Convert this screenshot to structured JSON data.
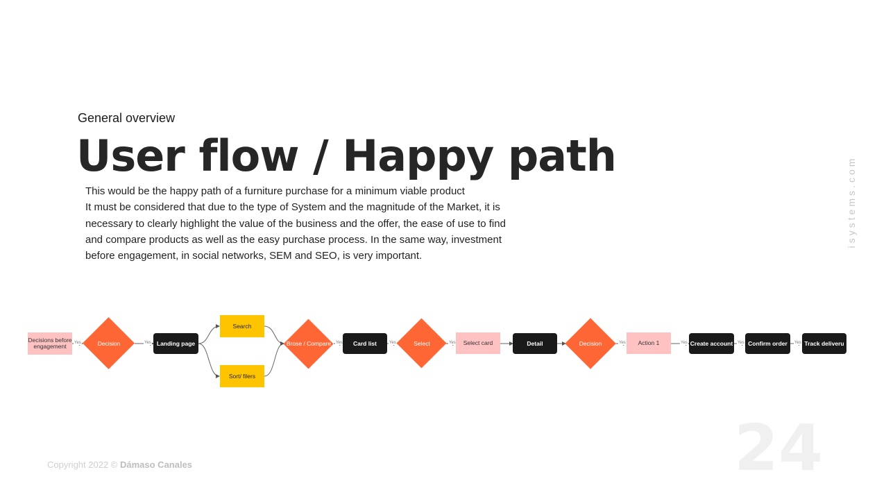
{
  "header": {
    "subtitle": "General overview",
    "title": "User flow / Happy path"
  },
  "description": [
    "This would be the happy path of a furniture purchase for a minimum viable product",
    "It must be considered that due to the type of System and the magnitude of the Market, it is",
    "necessary to clearly highlight the value of the business and the offer, the ease of use to find",
    "and compare products as well as the easy purchase process. In the same way, investment",
    "before engagement, in social networks, SEM and SEO, is very important."
  ],
  "sidebar_brand": "isystems.com",
  "page_number": "24",
  "footer": {
    "copyright_prefix": "Copyright  2022 ©",
    "author": "Dámaso Canales"
  },
  "flow": {
    "colors": {
      "decision": "#ff6635",
      "action": "#ffc2c2",
      "screen": "#1a1a1a",
      "option": "#ffc400"
    },
    "nodes": {
      "decisions_before": "Decisions before engagement",
      "decision_1": "Decision",
      "landing_page": "Landing page",
      "search": "Search",
      "sort_filters": "Sort/ filers",
      "brose_compare": "Brose / Compare",
      "card_list": "Card list",
      "select": "Select",
      "select_card": "Select card",
      "detail": "Detail",
      "decision_2": "Decision",
      "action_1": "Action 1",
      "create_account": "Create account",
      "confirm_order": "Confirm order",
      "track_delivery": "Track deliveru"
    },
    "edge_label": "Yes"
  }
}
